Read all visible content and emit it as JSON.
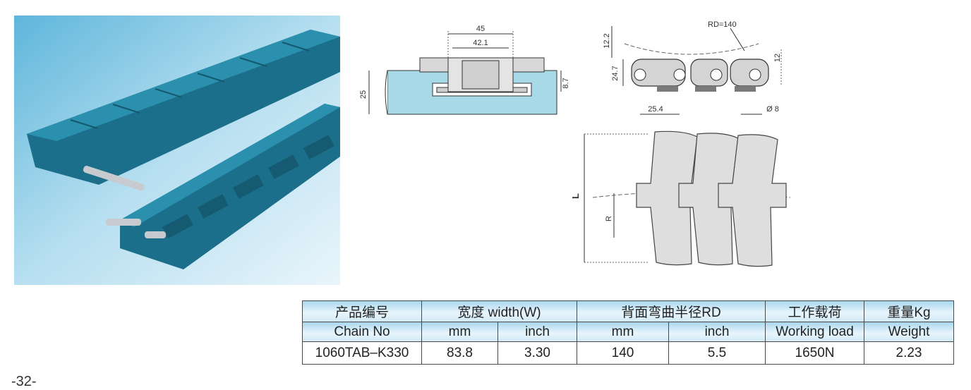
{
  "drawing_labels": {
    "top_width_outer": "45",
    "top_width_inner": "42.1",
    "height_left": "25",
    "height_right": "8.7",
    "side_top": "12.2",
    "side_height": "24.7",
    "side_right": "12",
    "radius": "RD=140",
    "pitch": "25.4",
    "pin_dia": "Ø 8",
    "length": "L",
    "radius_side": "R"
  },
  "table": {
    "h_chain_cn": "产品编号",
    "h_chain_en": "Chain No",
    "h_width": "宽度  width(W)",
    "h_mm": "mm",
    "h_inch": "inch",
    "h_rd": "背面弯曲半径RD",
    "h_rd_mm": "mm",
    "h_rd_inch": "inch",
    "h_load_cn": "工作载荷",
    "h_load_en": "Working load",
    "h_weight_cn": "重量Kg",
    "h_weight_en": "Weight",
    "rows": [
      {
        "chain": "1060TAB–K330",
        "w_mm": "83.8",
        "w_inch": "3.30",
        "rd_mm": "140",
        "rd_inch": "5.5",
        "load": "1650N",
        "weight": "2.23"
      }
    ]
  },
  "page_number": "-32-",
  "colors": {
    "chain_blue": "#1f7e9a",
    "header_blue": "#a9d7ee",
    "part_gray": "#d4d4d4"
  }
}
